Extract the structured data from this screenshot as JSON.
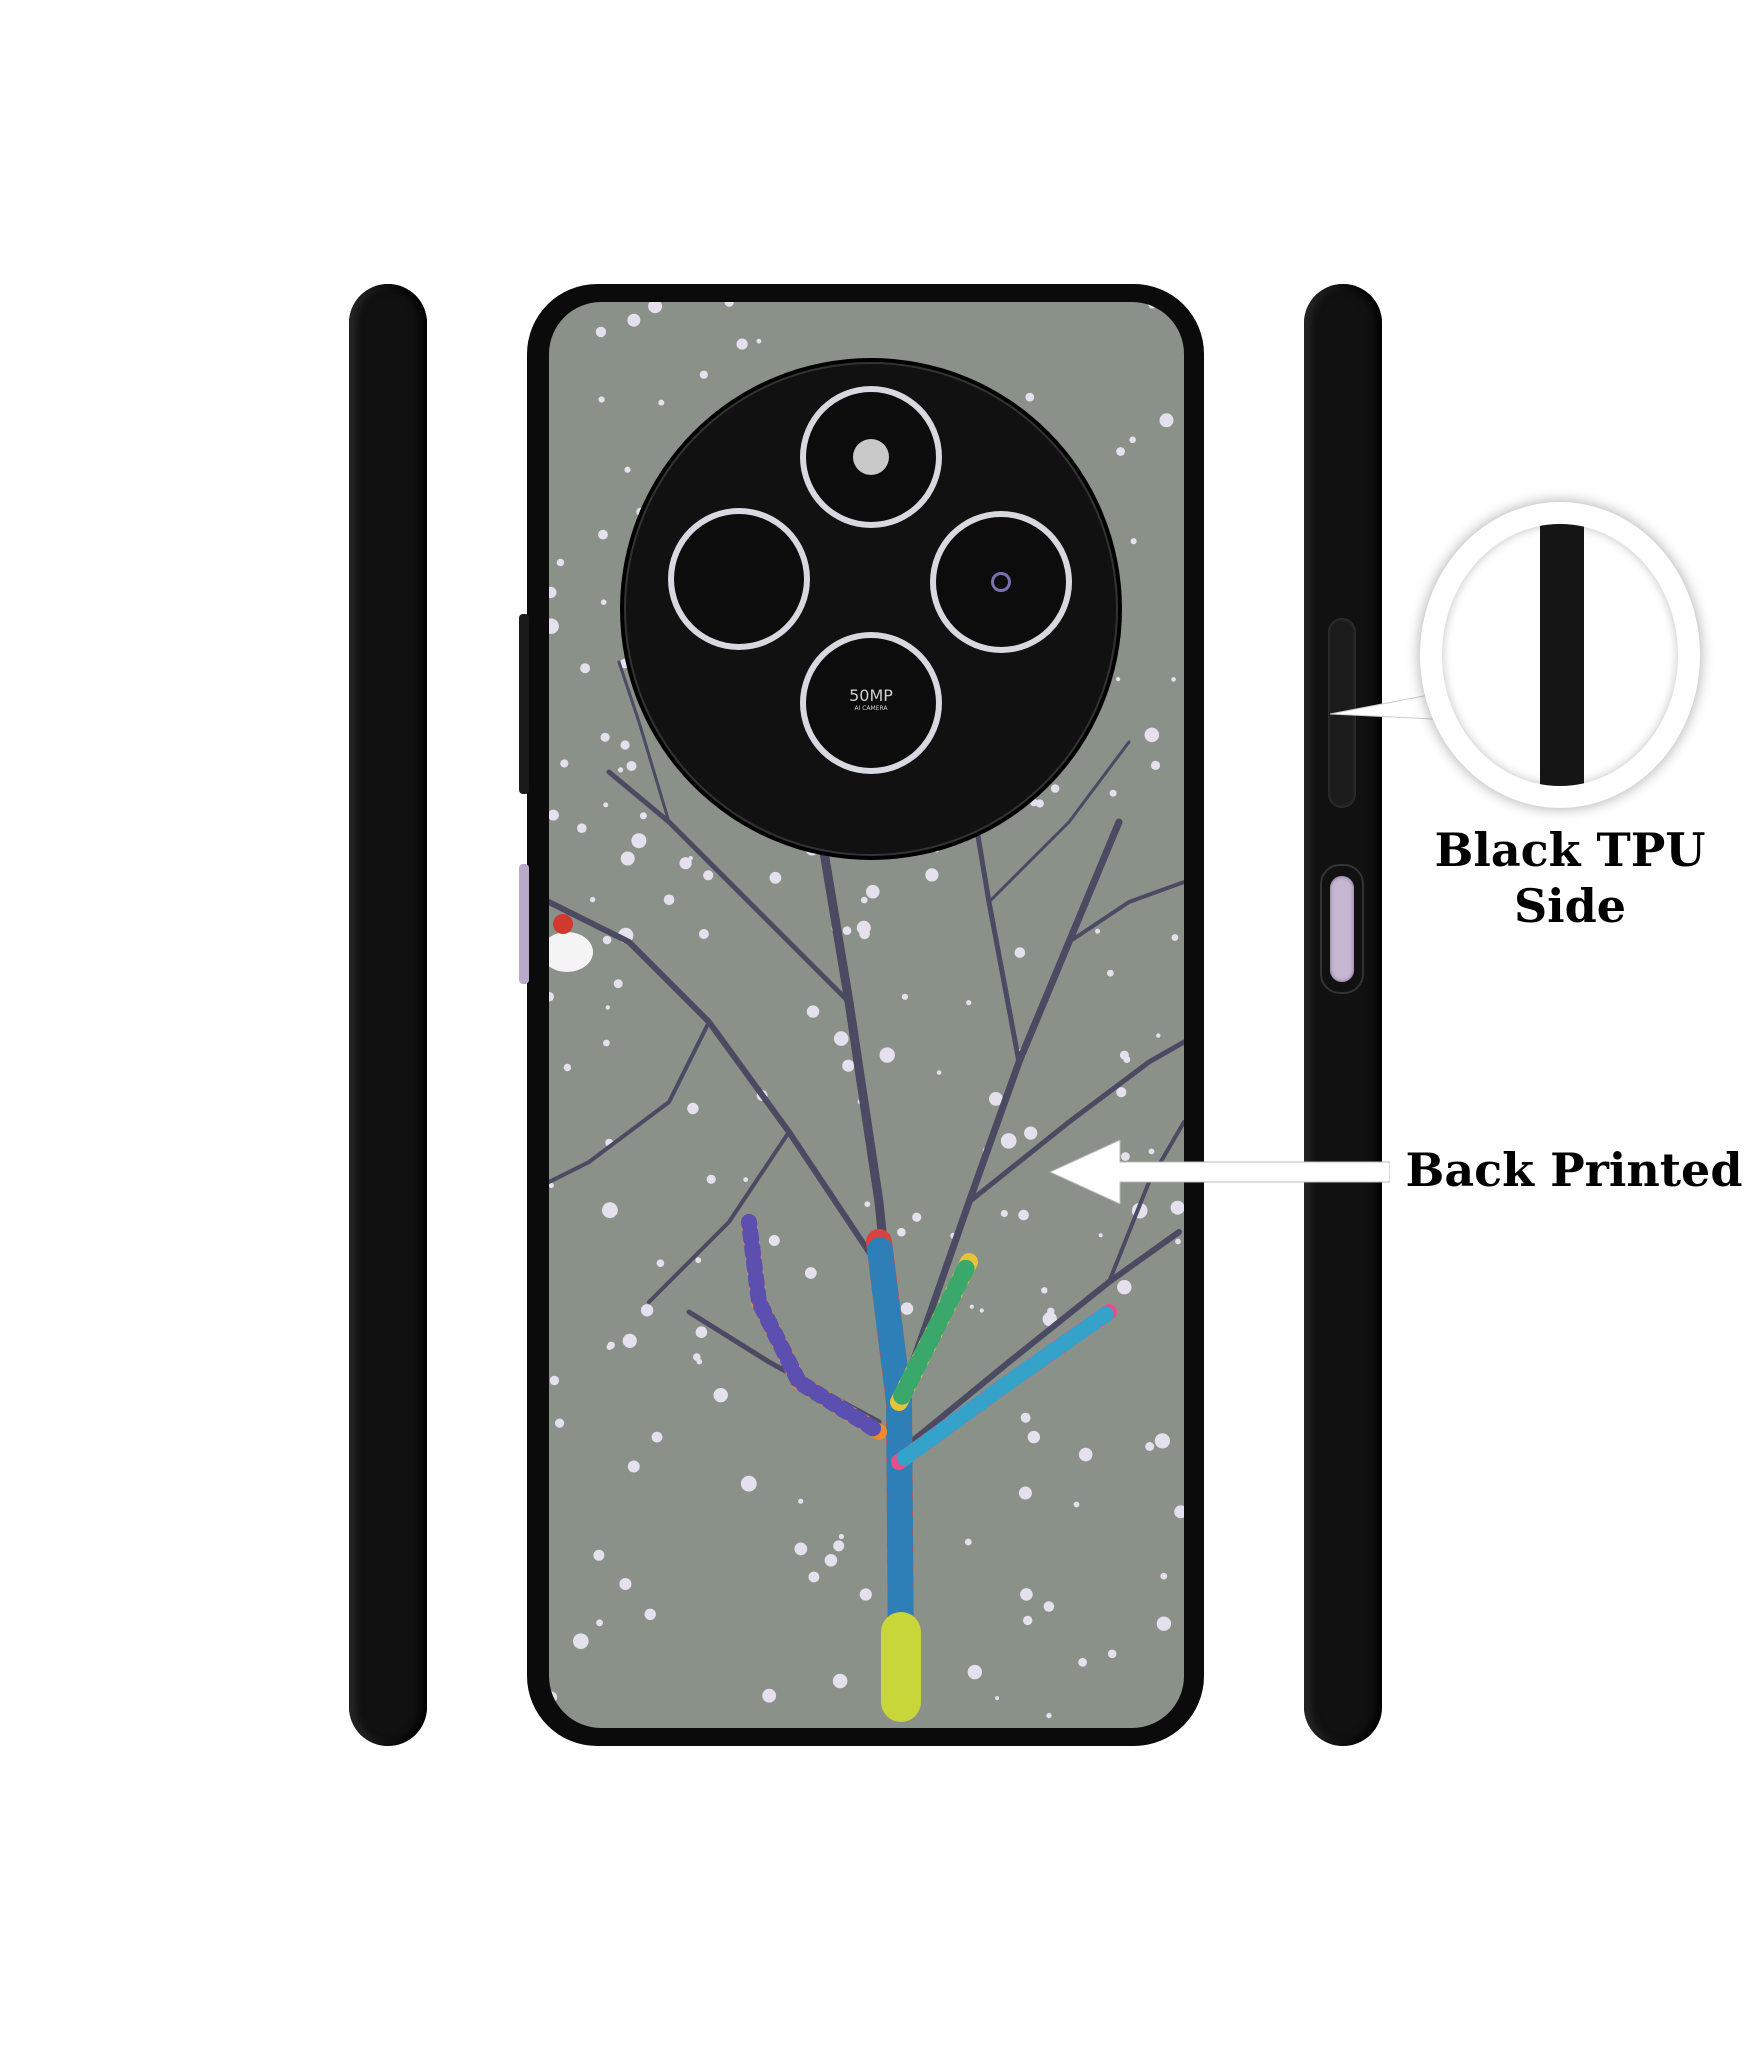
{
  "labels": {
    "side_label_line1": "Black TPU",
    "side_label_line2": "Side",
    "back_label": "Back Printed"
  },
  "camera": {
    "lens_text": "50MP",
    "lens_subtext": "AI CAMERA"
  },
  "colors": {
    "case_black": "#111111",
    "print_background": "#8a9189",
    "branch": "#4a4b63",
    "button_accent": "#c7b7d2"
  }
}
